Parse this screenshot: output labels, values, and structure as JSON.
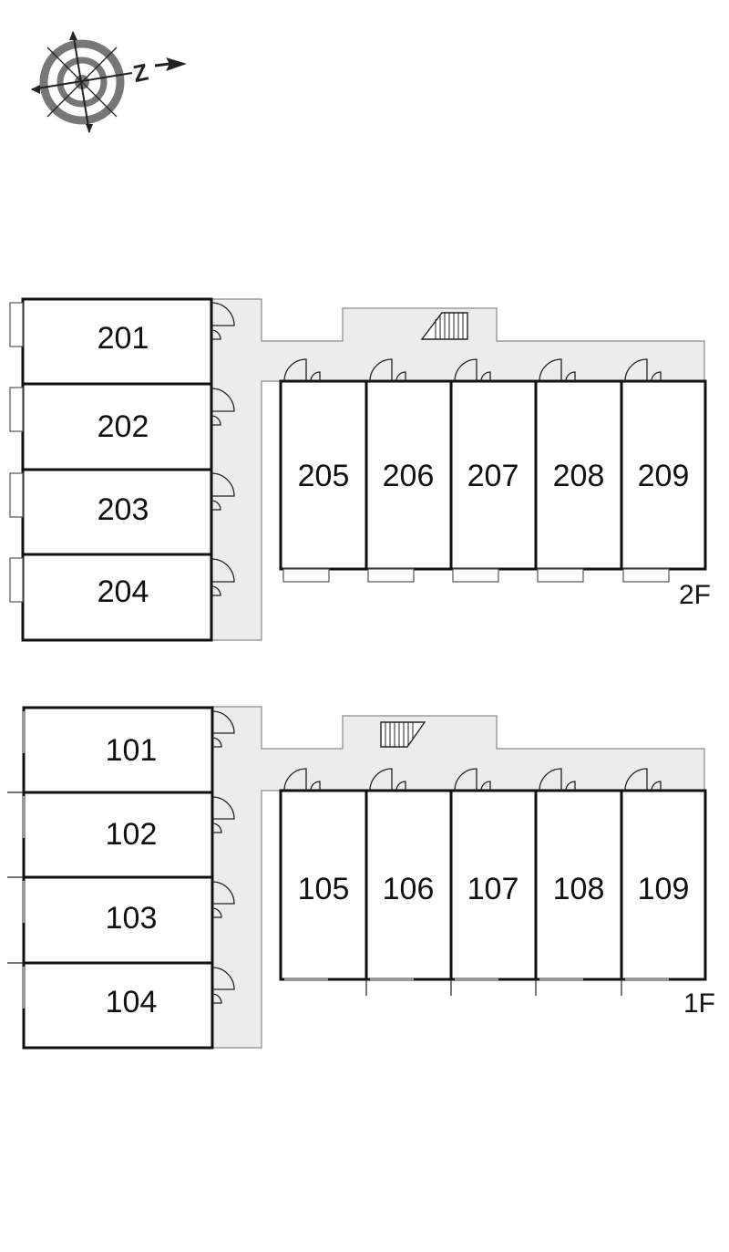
{
  "compass": {
    "icon": "compass-icon",
    "north_letter": "Z"
  },
  "floors": [
    {
      "label": "2F",
      "stair_icon": "stairs-icon",
      "rooms_left": [
        "201",
        "202",
        "203",
        "204"
      ],
      "rooms_right": [
        "205",
        "206",
        "207",
        "208",
        "209"
      ]
    },
    {
      "label": "1F",
      "stair_icon": "stairs-icon",
      "rooms_left": [
        "101",
        "102",
        "103",
        "104"
      ],
      "rooms_right": [
        "105",
        "106",
        "107",
        "108",
        "109"
      ]
    }
  ],
  "colors": {
    "wall": "#111111",
    "corridor": "#ececec",
    "corridor_edge": "#8a8a8a"
  }
}
